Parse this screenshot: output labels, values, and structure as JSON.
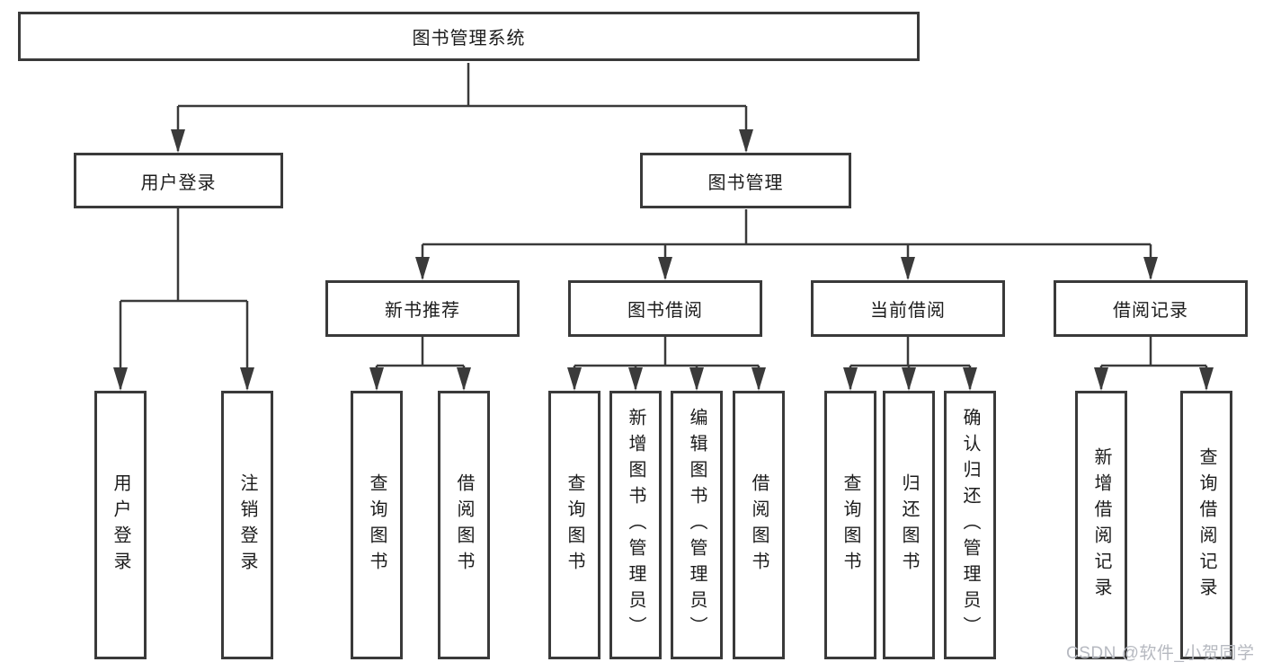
{
  "diagram": {
    "root": "图书管理系统",
    "branches": [
      {
        "label": "用户登录",
        "children": [
          "用户登录",
          "注销登录"
        ]
      },
      {
        "label": "图书管理",
        "sections": [
          {
            "label": "新书推荐",
            "children": [
              "查询图书",
              "借阅图书"
            ]
          },
          {
            "label": "图书借阅",
            "children": [
              "查询图书",
              "新增图书（管理员）",
              "编辑图书（管理员）",
              "借阅图书"
            ]
          },
          {
            "label": "当前借阅",
            "children": [
              "查询图书",
              "归还图书",
              "确认归还（管理员）"
            ]
          },
          {
            "label": "借阅记录",
            "children": [
              "新增借阅记录",
              "查询借阅记录"
            ]
          }
        ]
      }
    ]
  },
  "watermark": "CSDN @软件_小贺同学",
  "colors": {
    "line": "#3a3a3a",
    "text": "#1c1c1c",
    "watermark": "#b6b9c0",
    "background": "#ffffff"
  }
}
